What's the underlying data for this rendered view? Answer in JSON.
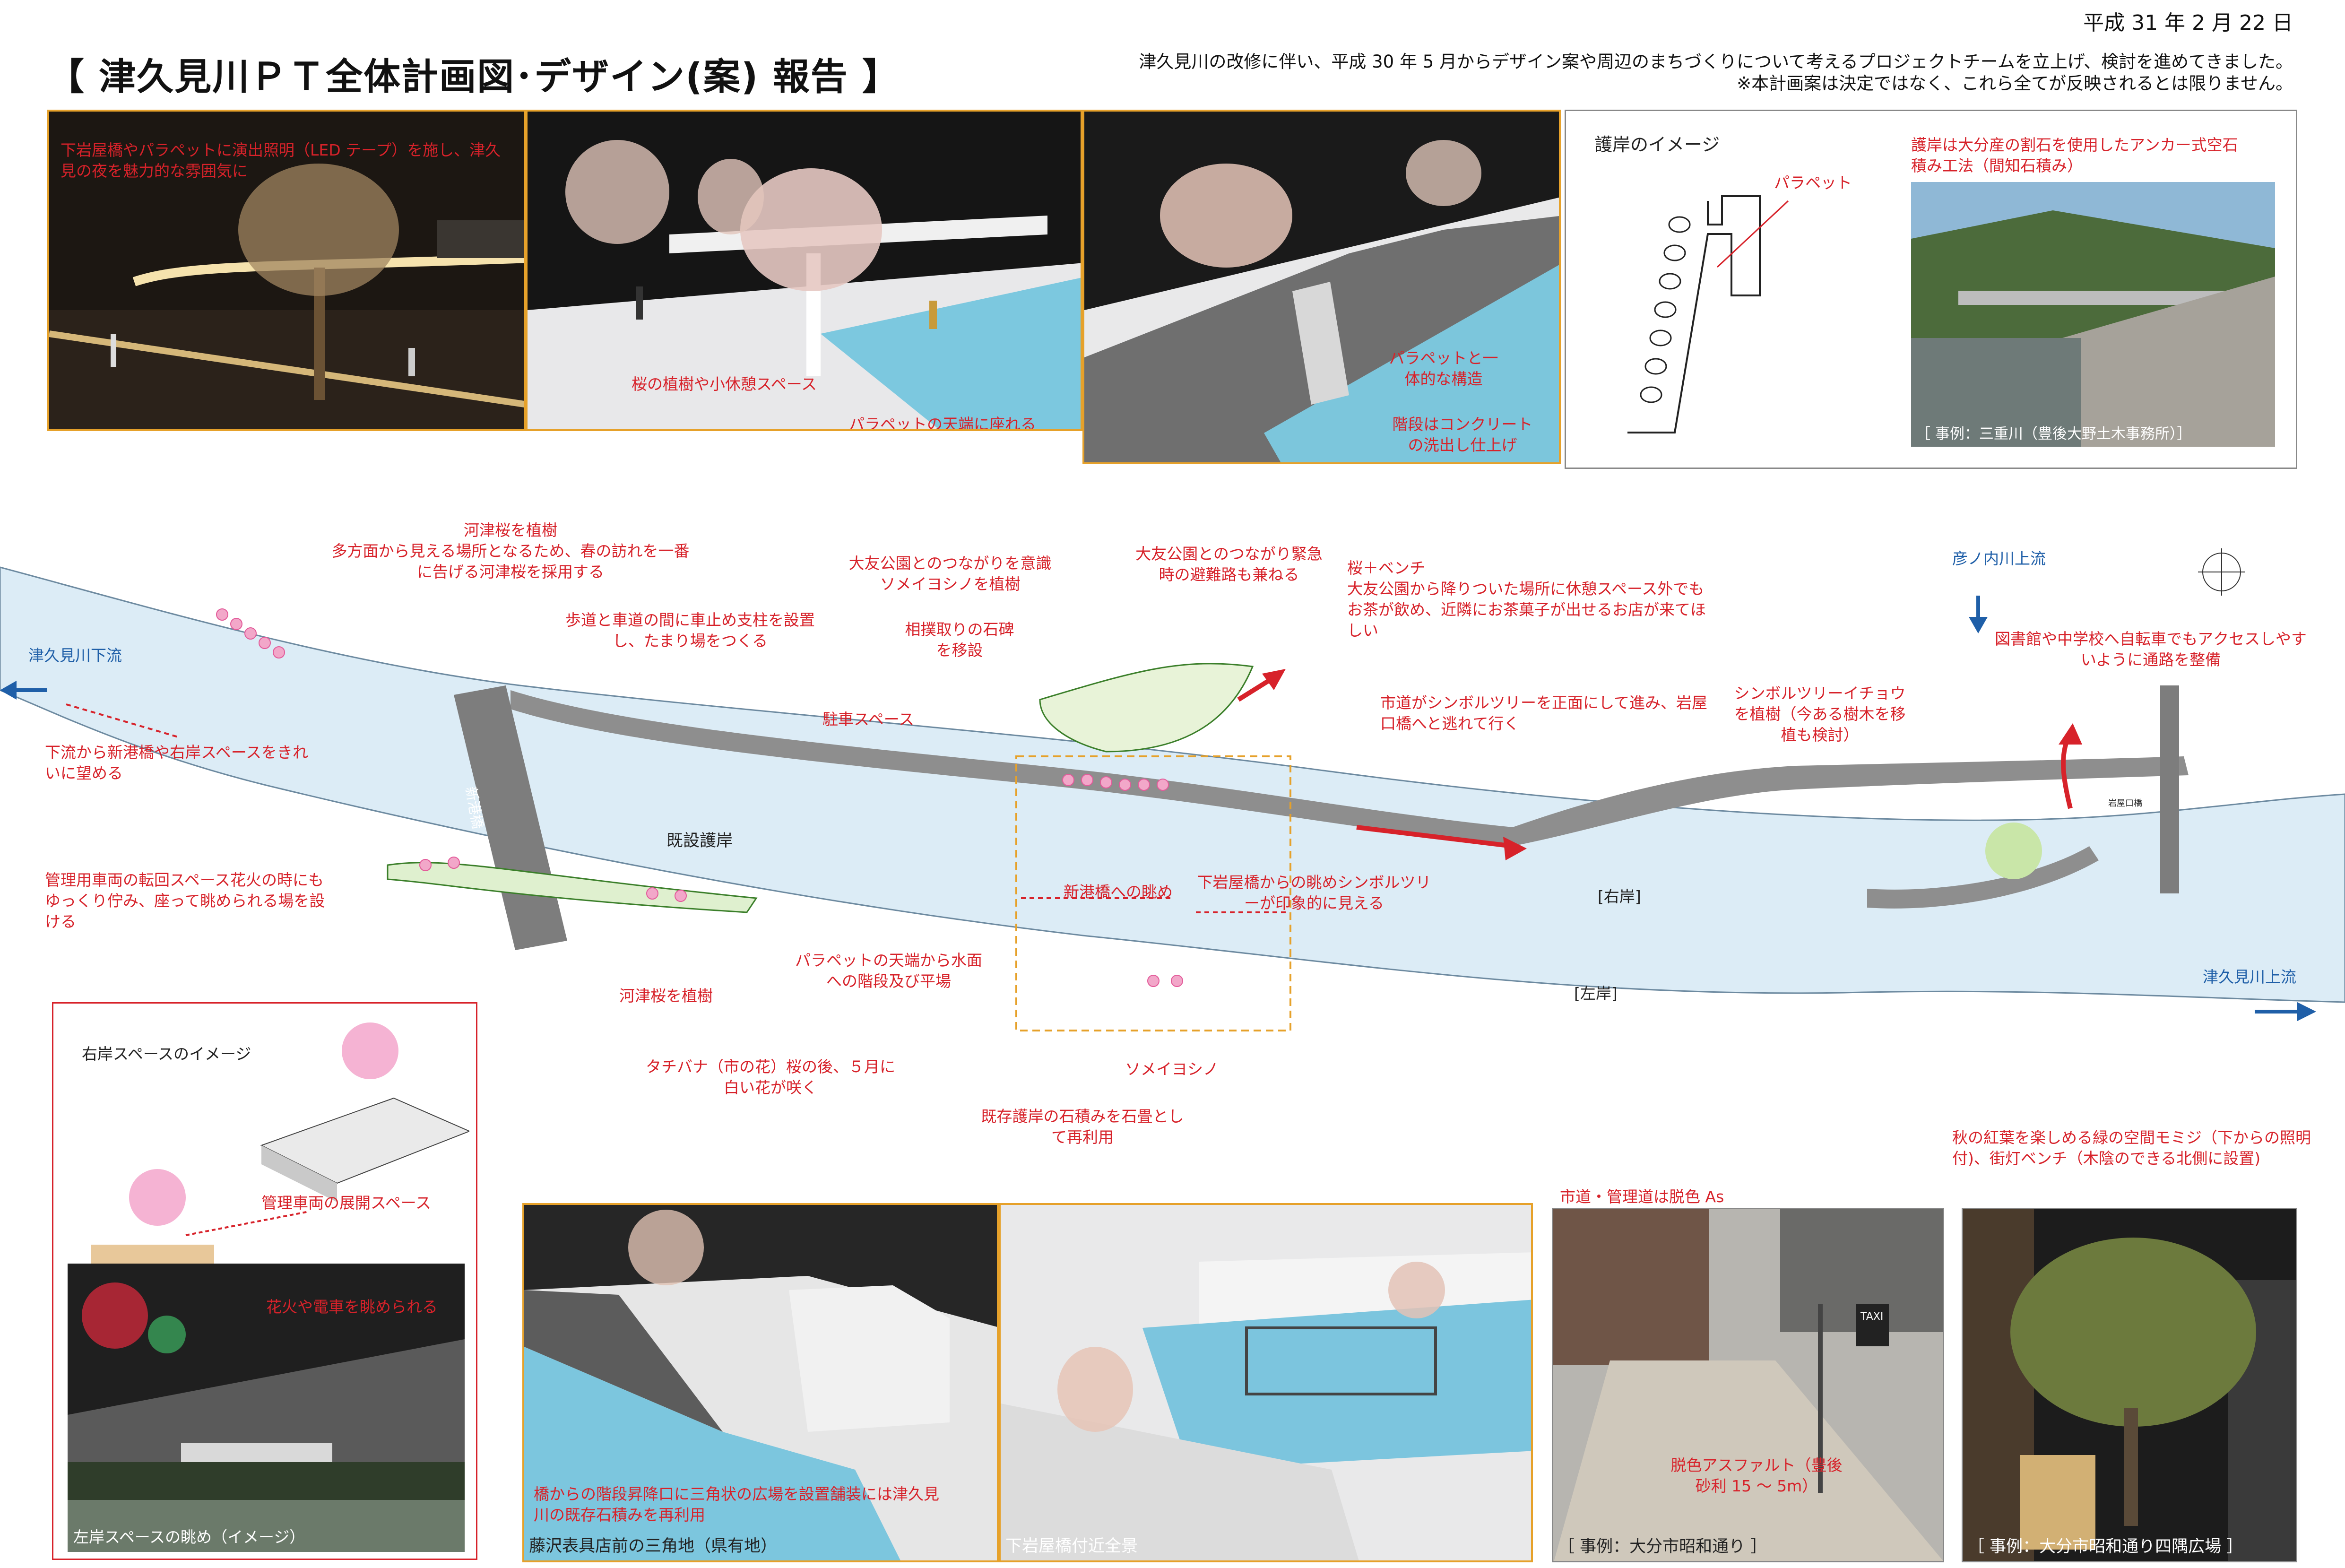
{
  "header": {
    "title": "【 津久見川ＰＴ全体計画図･デザイン(案) 報告 】",
    "date": "平成 31 年 2 月 22 日",
    "intro_1": "津久見川の改修に伴い、平成 30 年 5 月からデザイン案や周辺のまちづくりについて考えるプロジェクトチームを立上げ、検討を進めてきました。",
    "intro_2": "※本計画案は決定ではなく、これら全てが反映されるとは限りません。"
  },
  "top_photos": {
    "night": {
      "caption": "下岩屋橋やパラペットに演出照明（LED テープ）を施し、津久見の夜を魅力的な雰囲気に"
    },
    "model1": {
      "label_1": "桜の植樹や小休憩スペース",
      "label_2": "パラペットの天端に座れる"
    },
    "model2": {
      "label_1": "パラペットと一体的な構造",
      "label_2": "階段はコンクリートの洗出し仕上げ"
    },
    "revetment": {
      "title": "護岸のイメージ",
      "parapet": "パラペット",
      "note": "護岸は大分産の割石を使用したアンカー式空石積み工法（間知石積み）",
      "example": "［ 事例：三重川（豊後大野土木事務所）］"
    }
  },
  "map": {
    "bridge_shinko": "新港橋",
    "existing_revetment": "既設護岸",
    "right_bank": "[右岸]",
    "left_bank": "[左岸]",
    "downstream": "津久見川下流",
    "upstream": "津久見川上流",
    "hikonouchi": "彦ノ内川上流",
    "iwaya_bridge": "岩屋口橋",
    "notes": {
      "kawazu_title": "河津桜を植樹",
      "kawazu_body": "多方面から見える場所となるため、春の訪れを一番に告げる河津桜を採用する",
      "sidewalk": "歩道と車道の間に車止め支柱を設置し、たまり場をつくる",
      "otomo1": "大友公園とのつながりを意識ソメイヨシノを植樹",
      "sumo": "相撲取りの石碑を移設",
      "parking": "駐車スペース",
      "otomo2": "大友公園とのつながり緊急時の避難路も兼ねる",
      "bench_title": "桜＋ベンチ",
      "bench_body": "大友公園から降りついた場所に休憩スペース外でもお茶が飲め、近隣にお茶菓子が出せるお店が来てほしい",
      "road": "市道がシンボルツリーを正面にして進み、岩屋口橋へと逃れて行く",
      "symbol": "シンボルツリーイチョウを植樹（今ある樹木を移植も検討）",
      "library": "図書館や中学校へ自転車でもアクセスしやすいように通路を整備",
      "view_down": "下流から新港橋や右岸スペースをきれいに望める",
      "turn": "管理用車両の転回スペース花火の時にもゆっくり佇み、座って眺められる場を設ける",
      "kawazu2": "河津桜を植樹",
      "view_shinko": "新港橋への眺め",
      "view_symbol": "下岩屋橋からの眺めシンボルツリーが印象的に見える",
      "stairs": "パラペットの天端から水面への階段及び平場",
      "tachibana": "タチバナ（市の花）桜の後、５月に白い花が咲く",
      "somei": "ソメイヨシノ",
      "reuse": "既存護岸の石積みを石畳として再利用",
      "autumn": "秋の紅葉を楽しめる緑の空間モミジ（下からの照明付)、街灯ベンチ（木陰のできる北側に設置)",
      "decolor": "市道・管理道は脱色 As"
    }
  },
  "right_space": {
    "title": "右岸スペースのイメージ",
    "deploy": "管理車両の展開スペース",
    "fireworks": "花火や電車を眺められる",
    "caption": "左岸スペースの眺め（イメージ）"
  },
  "bottom_photos": {
    "plaza": {
      "label": "橋からの階段昇降口に三角状の広場を設置舗装には津久見川の既存石積みを再利用",
      "caption": "藤沢表具店前の三角地（県有地）"
    },
    "overview": {
      "caption": "下岩屋橋付近全景"
    },
    "street": {
      "label": "脱色アスファルト（豊後砂利 15 ～ 5m）",
      "caption": "［ 事例：大分市昭和通り ］",
      "taxi": "TAXI"
    },
    "square": {
      "caption": "［ 事例：大分市昭和通り四隅広場 ］"
    }
  },
  "colors": {
    "accent": "#d7222a",
    "frame": "#e6a12a",
    "river": "#dcecf6",
    "road": "#8e8e8e",
    "blue": "#1f5fa8"
  }
}
